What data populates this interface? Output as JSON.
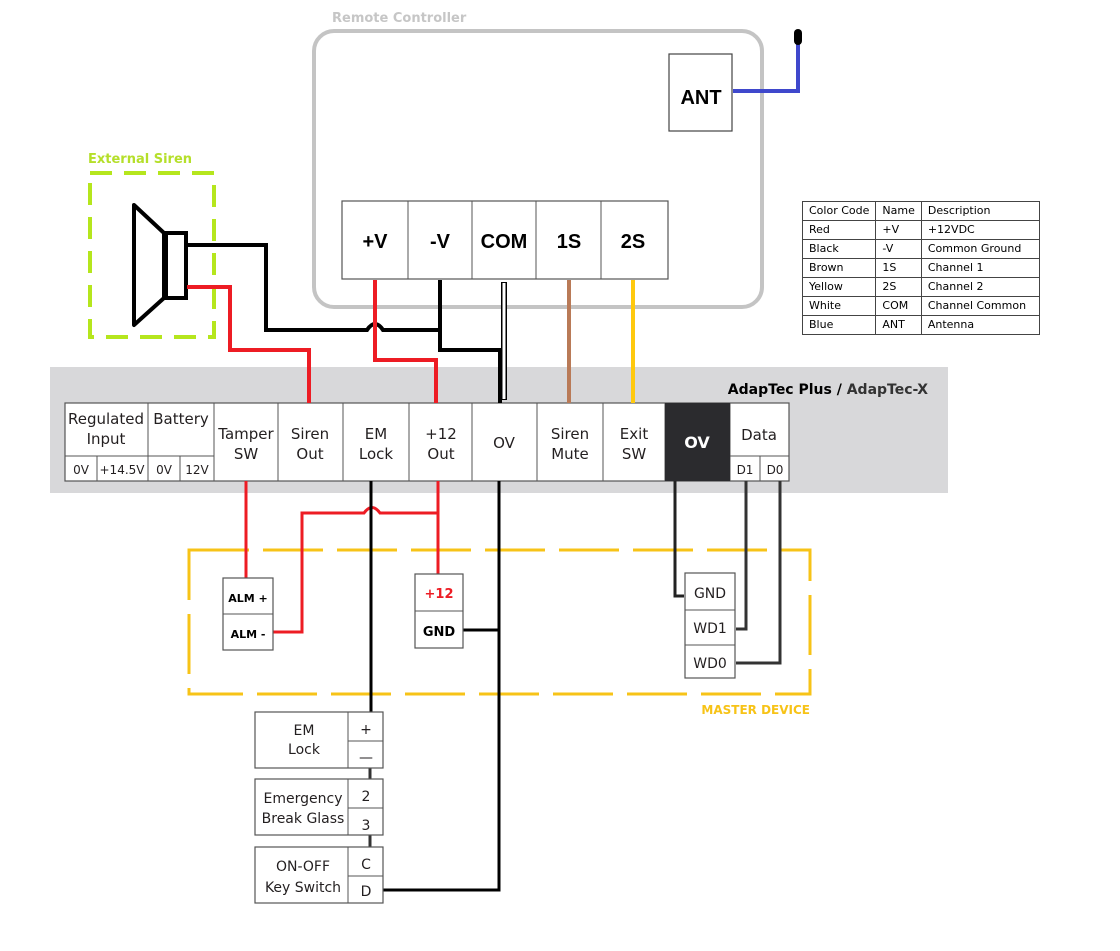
{
  "labels": {
    "remote_controller": "Remote Controller",
    "external_siren": "External Siren",
    "master_device": "MASTER DEVICE",
    "board_title_a": "AdapTec Plus",
    "board_title_sep": " / ",
    "board_title_b": "AdapTec-X",
    "antenna": "ANT"
  },
  "remote_terminals": [
    "+V",
    "-V",
    "COM",
    "1S",
    "2S"
  ],
  "board_terminals": {
    "regulated_input": {
      "title_1": "Regulated",
      "title_2": "Input",
      "sub": [
        "0V",
        "+14.5V"
      ]
    },
    "battery": {
      "title": "Battery",
      "sub": [
        "0V",
        "12V"
      ]
    },
    "tamper_sw": [
      "Tamper",
      "SW"
    ],
    "siren_out": [
      "Siren",
      "Out"
    ],
    "em_lock": [
      "EM",
      "Lock"
    ],
    "out_12": [
      "+12",
      "Out"
    ],
    "ov": "OV",
    "siren_mute": [
      "Siren",
      "Mute"
    ],
    "exit_sw": [
      "Exit",
      "SW"
    ],
    "ov_dark": "OV",
    "data": {
      "title": "Data",
      "sub": [
        "D1",
        "D0"
      ]
    }
  },
  "devices": {
    "alarm": [
      "ALM +",
      "ALM -"
    ],
    "power": [
      "+12",
      "GND"
    ],
    "wiegand": [
      "GND",
      "WD1",
      "WD0"
    ],
    "em_lock": {
      "name_1": "EM",
      "name_2": "Lock",
      "pins": [
        "+",
        "—"
      ]
    },
    "break_glass": {
      "name_1": "Emergency",
      "name_2": "Break Glass",
      "pins": [
        "2",
        "3"
      ]
    },
    "key_switch": {
      "name_1": "ON-OFF",
      "name_2": "Key Switch",
      "pins": [
        "C",
        "D"
      ]
    }
  },
  "legend": {
    "headers": [
      "Color Code",
      "Name",
      "Description"
    ],
    "rows": [
      [
        "Red",
        "+V",
        "+12VDC"
      ],
      [
        "Black",
        "-V",
        "Common Ground"
      ],
      [
        "Brown",
        "1S",
        "Channel 1"
      ],
      [
        "Yellow",
        "2S",
        "Channel 2"
      ],
      [
        "White",
        "COM",
        "Channel Common"
      ],
      [
        "Blue",
        "ANT",
        "Antenna"
      ]
    ]
  },
  "colors": {
    "red": "#ed1c24",
    "black": "#000000",
    "brown": "#b97a57",
    "yellow": "#ffc90e",
    "blue": "#3f48cc",
    "siren_green": "#b5e61d",
    "master_yellow": "#f7c317",
    "board_gray": "#d8d8da",
    "dark_terminal": "#2b2b2e"
  }
}
